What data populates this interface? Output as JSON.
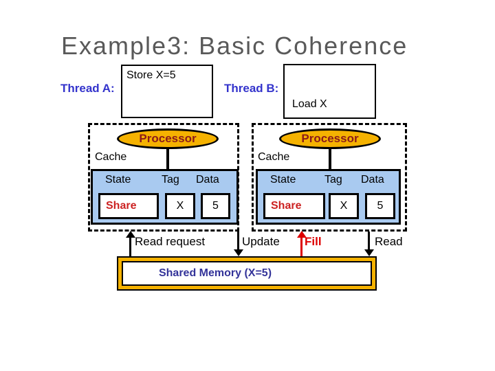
{
  "slide_title": "Example3: Basic Coherence",
  "threads": {
    "a": {
      "label": "Thread A:",
      "code": "Store X=5"
    },
    "b": {
      "label": "Thread B:",
      "code": "Load X"
    }
  },
  "processors": {
    "left": {
      "processor_label": "Processor",
      "cache_label": "Cache",
      "columns": [
        "State",
        "Tag",
        "Data"
      ],
      "row": {
        "state": "Share",
        "tag": "X",
        "data": "5"
      }
    },
    "right": {
      "processor_label": "Processor",
      "cache_label": "Cache",
      "columns": [
        "State",
        "Tag",
        "Data"
      ],
      "row": {
        "state": "Share",
        "tag": "X",
        "data": "5"
      }
    }
  },
  "bus_arrows": {
    "read_request": {
      "label": "Read request",
      "direction": "up",
      "color": "#000000"
    },
    "update": {
      "label": "Update",
      "direction": "down",
      "color": "#000000"
    },
    "fill": {
      "label": "Fill",
      "direction": "up",
      "color": "#DD0000"
    },
    "read": {
      "label": "Read",
      "direction": "down",
      "color": "#000000"
    }
  },
  "memory": {
    "label": "Shared Memory (X=5)"
  },
  "colors": {
    "title_gray": "#595959",
    "thread_blue": "#3333CC",
    "memory_blue": "#333399",
    "state_red": "#CC2222",
    "fill_red": "#DD0000",
    "processor_text_red": "#8B1A1A",
    "gold": "#F5B201",
    "cache_table_blue": "#A9CAF0"
  }
}
